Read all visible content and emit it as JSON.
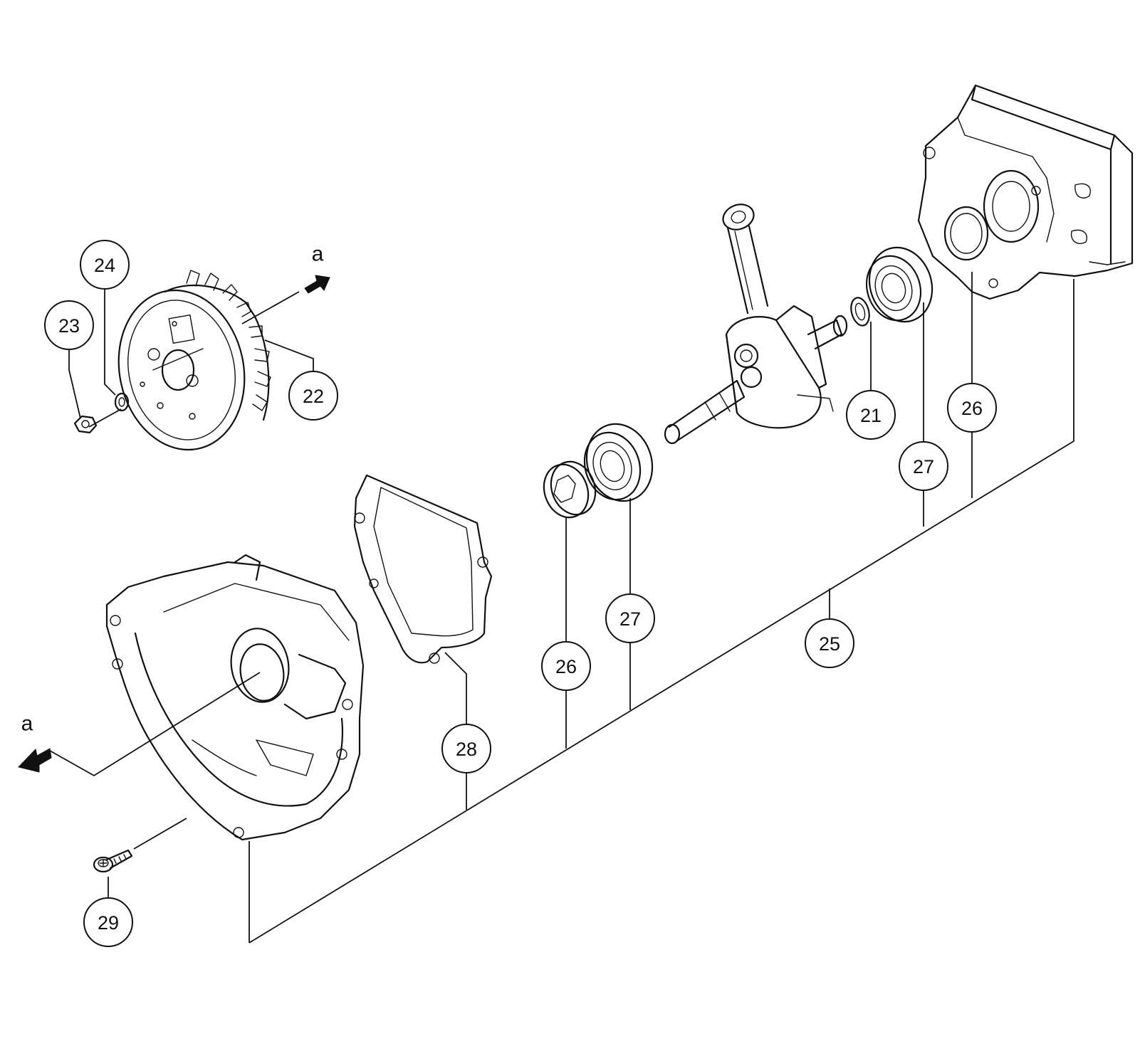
{
  "view_arrows": [
    {
      "id": "top",
      "letter": "a"
    },
    {
      "id": "bottom",
      "letter": "a"
    }
  ],
  "callouts": [
    {
      "id": "c21",
      "number": "21"
    },
    {
      "id": "c22",
      "number": "22"
    },
    {
      "id": "c23",
      "number": "23"
    },
    {
      "id": "c24",
      "number": "24"
    },
    {
      "id": "c25",
      "number": "25"
    },
    {
      "id": "c26a",
      "number": "26"
    },
    {
      "id": "c26b",
      "number": "26"
    },
    {
      "id": "c27a",
      "number": "27"
    },
    {
      "id": "c27b",
      "number": "27"
    },
    {
      "id": "c28",
      "number": "28"
    },
    {
      "id": "c29",
      "number": "29"
    }
  ]
}
